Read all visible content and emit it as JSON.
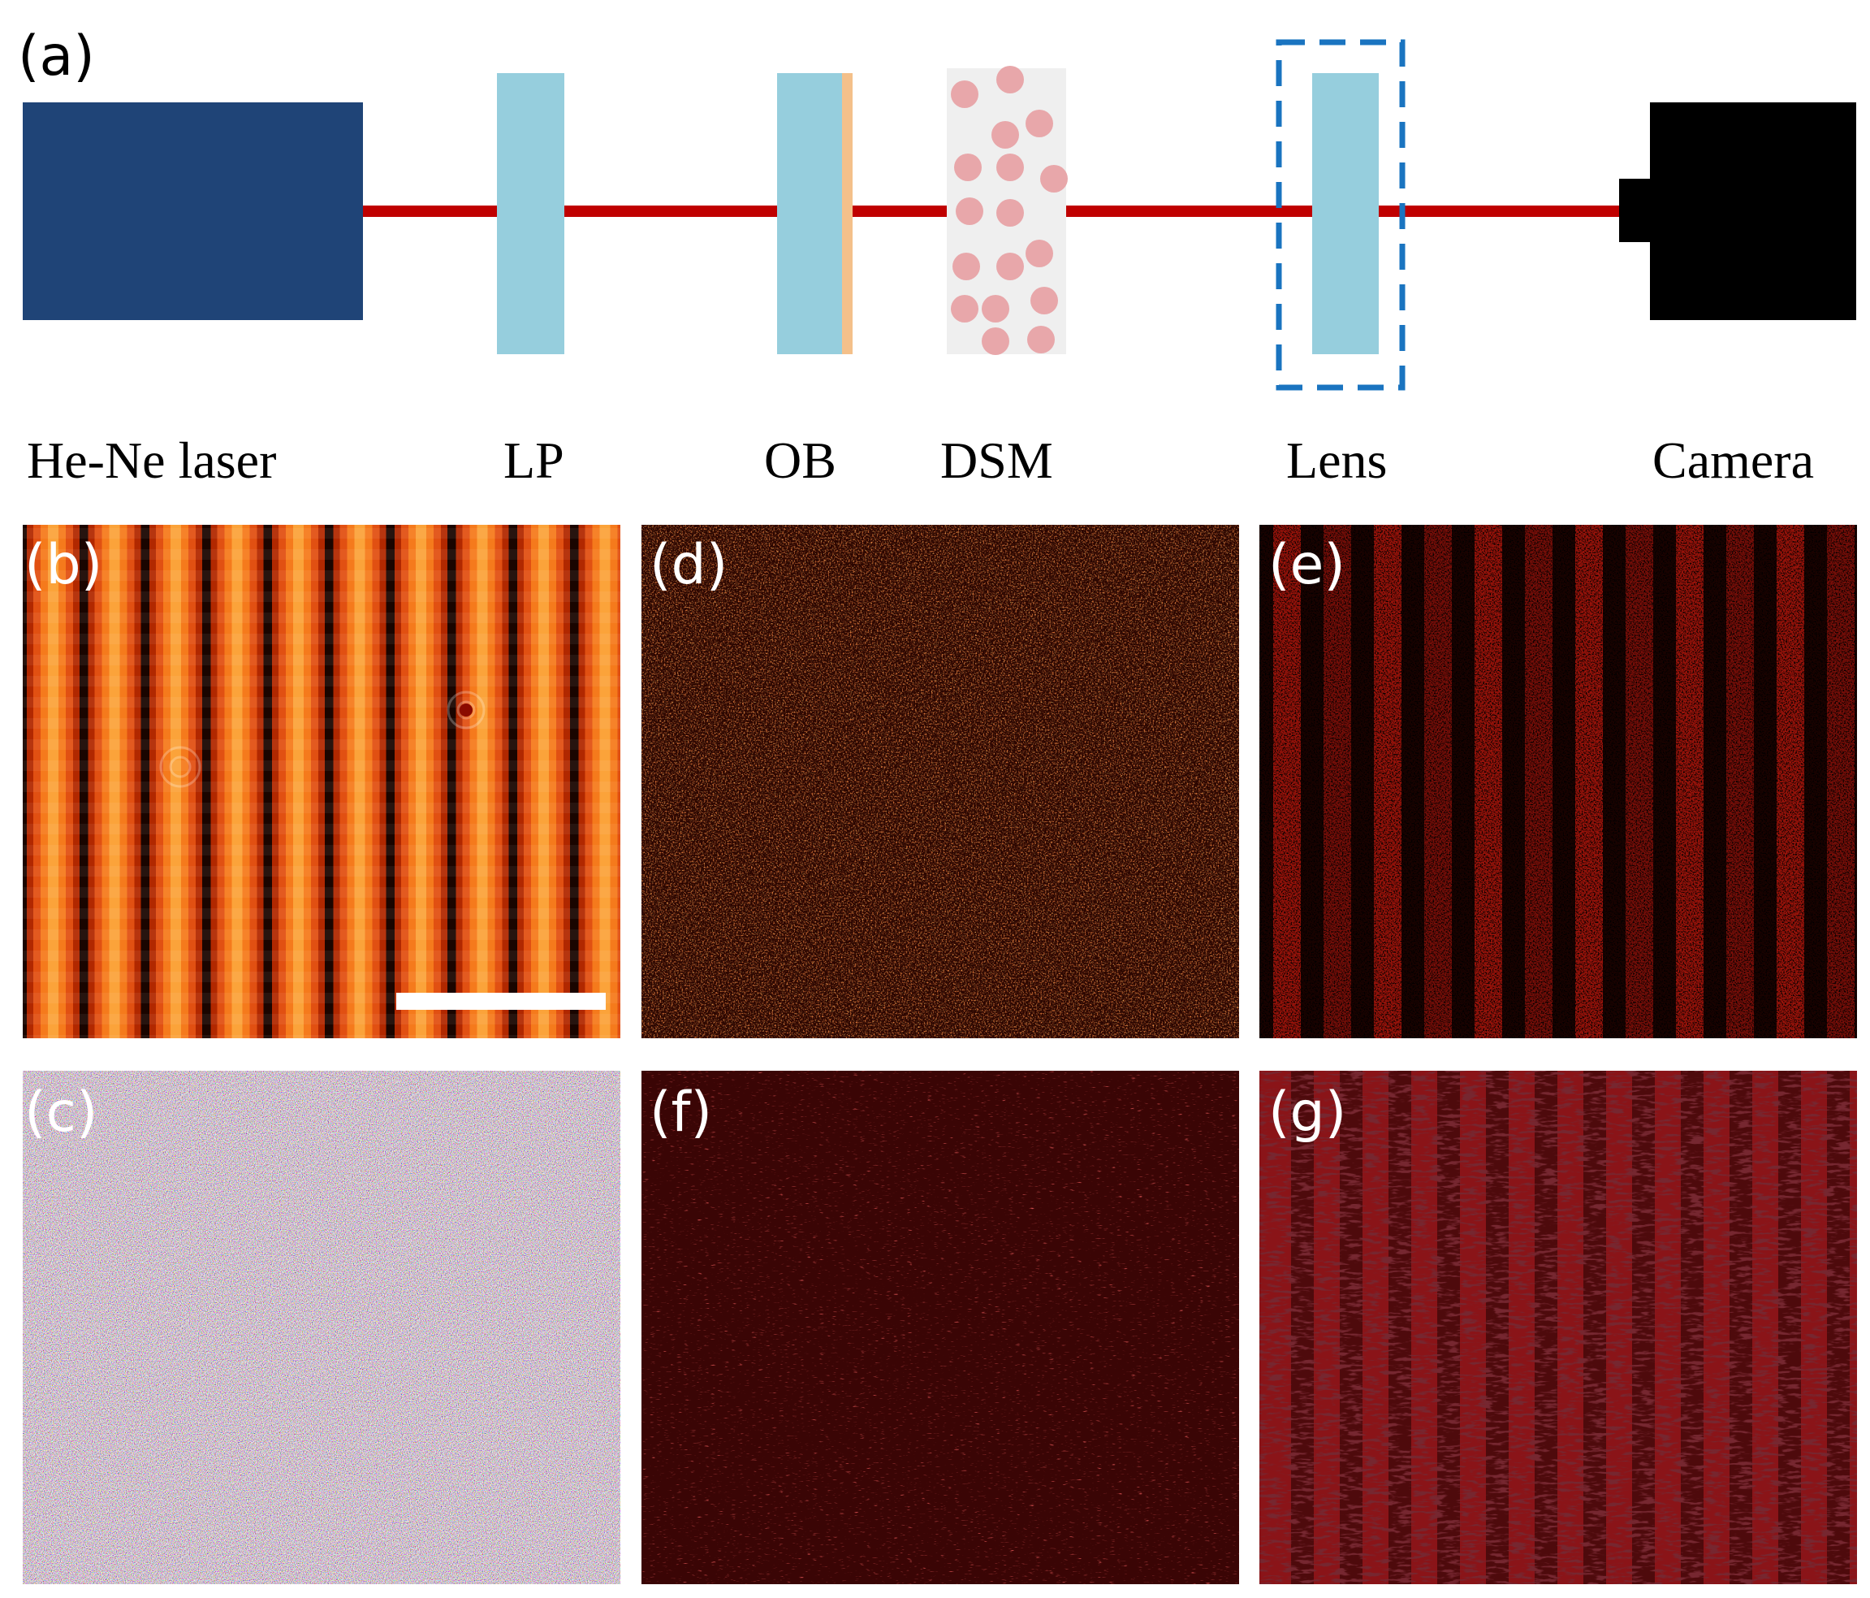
{
  "figure": {
    "panel_labels": {
      "a": "(a)",
      "b": "(b)",
      "c": "(c)",
      "d": "(d)",
      "e": "(e)",
      "f": "(f)",
      "g": "(g)"
    },
    "components": [
      {
        "id": "laser",
        "label": "He-Ne laser",
        "color": "#1f4477",
        "icon": "laser-box"
      },
      {
        "id": "lp",
        "label": "LP",
        "color": "#96cedd",
        "icon": "linear-polarizer"
      },
      {
        "id": "ob",
        "label": "OB",
        "color": "#96cedd",
        "coating_color": "#f4c08a",
        "icon": "object-plate"
      },
      {
        "id": "dsm",
        "label": "DSM",
        "color": "#efefef",
        "particle_color": "#e8a7aa",
        "icon": "scattering-medium"
      },
      {
        "id": "lens",
        "label": "Lens",
        "color": "#96cedd",
        "dashed_box_color": "#1a74c0",
        "icon": "lens"
      },
      {
        "id": "camera",
        "label": "Camera",
        "color": "#000000",
        "icon": "camera"
      }
    ],
    "beam_color": "#c00000",
    "scale_bar_color": "#ffffff"
  }
}
